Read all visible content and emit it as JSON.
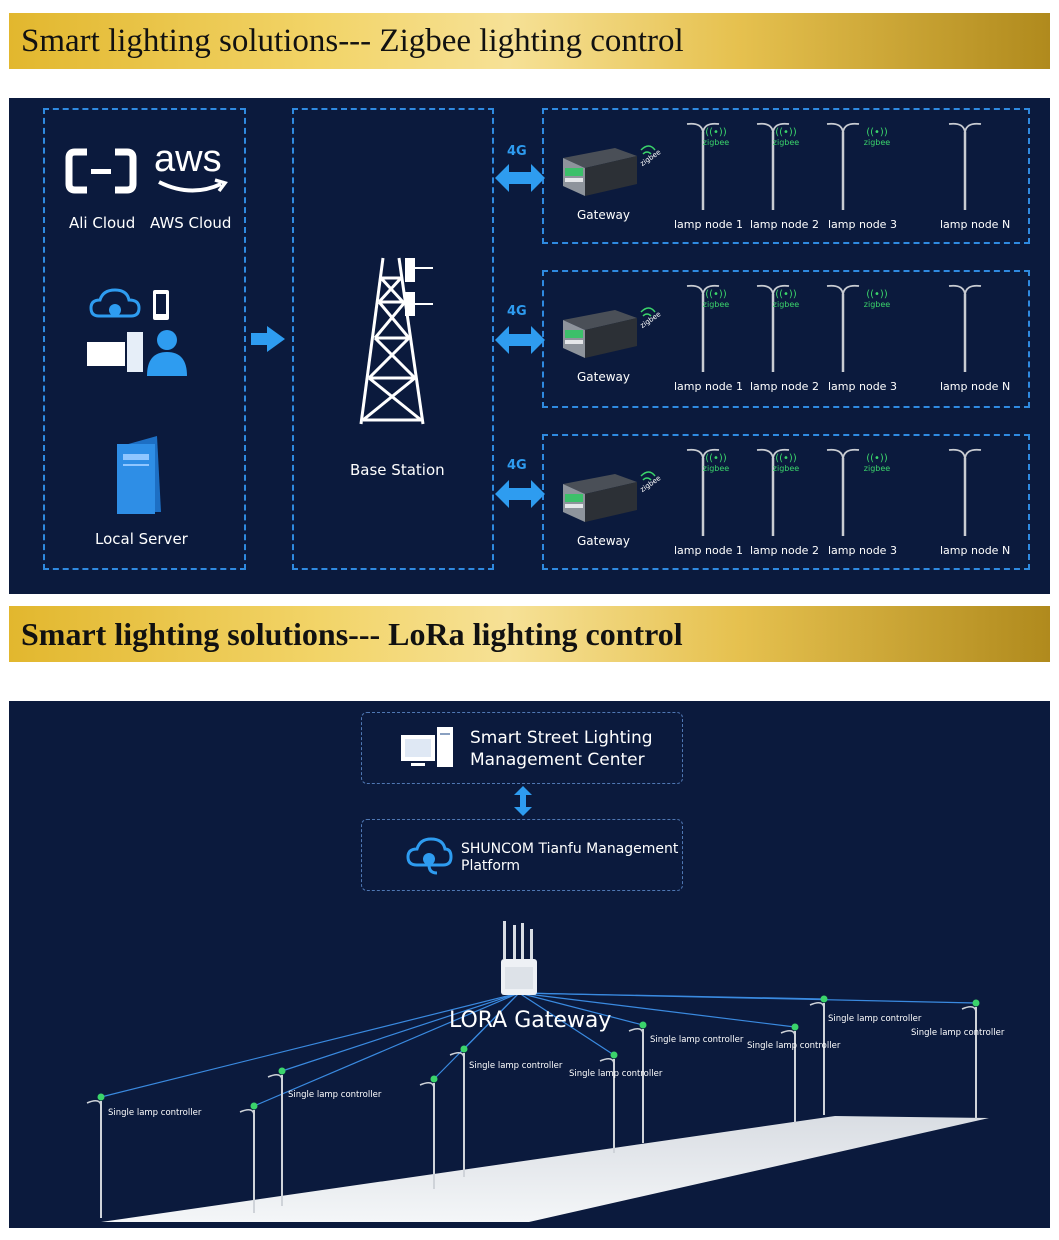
{
  "banner_top": "Smart lighting solutions--- Zigbee lighting control",
  "banner_bottom": "Smart lighting solutions--- LoRa lighting control",
  "zigbee": {
    "cloud_labels": [
      "Ali Cloud",
      "AWS Cloud"
    ],
    "aws_logo": "aws",
    "local_server": "Local Server",
    "base_station": "Base Station",
    "link_label": "4G",
    "gateway": "Gateway",
    "zigbee_tag": "zigbee",
    "lamp_nodes": [
      "lamp node 1",
      "lamp node 2",
      "lamp node 3",
      "lamp node N"
    ]
  },
  "lora": {
    "center_line1": "Smart Street Lighting",
    "center_line2": "Management Center",
    "platform_line1": "SHUNCOM Tianfu Management",
    "platform_line2": "Platform",
    "gateway": "LORA Gateway",
    "controller": "Single lamp controller"
  },
  "colors": {
    "panel_bg": "#0b1a3d",
    "dash_blue": "#2f8ae0",
    "arrow_blue": "#2e9cf0",
    "zigbee_green": "#3bd46b",
    "banner_gold": "#e2b72e"
  }
}
